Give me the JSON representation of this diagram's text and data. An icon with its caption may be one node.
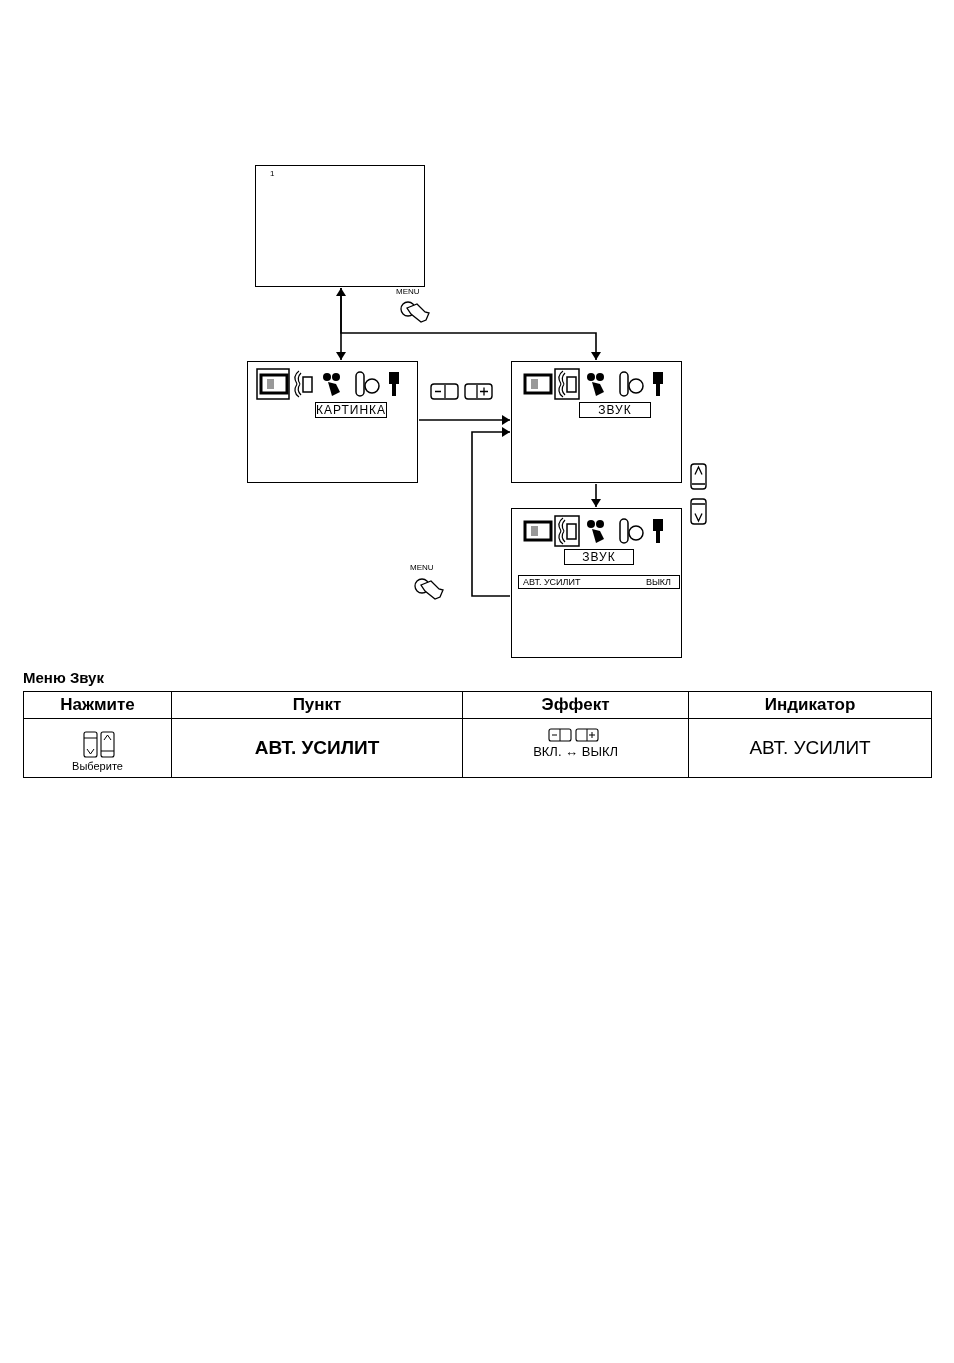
{
  "diagram": {
    "nodes": [
      {
        "text": [
          "1"
        ]
      },
      {
        "text": [
          "КАРТИНКА"
        ]
      },
      {
        "text": [
          "ЗВУК"
        ]
      },
      {
        "text": [
          "ЗВУК",
          "АВТ. УСИЛИТ",
          "ВЫКЛ"
        ]
      }
    ],
    "edges": [
      {
        "from": 0,
        "to": 1,
        "arrow": "both"
      },
      {
        "from": 0,
        "to": 2,
        "arrow": "to"
      },
      {
        "from": 1,
        "to": 2,
        "arrow": "to"
      },
      {
        "from": 2,
        "to": 3,
        "arrow": "to"
      },
      {
        "from": 3,
        "to": 2,
        "arrow": "to"
      }
    ],
    "labels": [
      "MENU",
      "MENU",
      "Меню Звук",
      "Нажмите",
      "Пункт",
      "Эффект",
      "Индикатор",
      "Выберите",
      "АВТ. УСИЛИТ",
      "ВКЛ. ↔ ВЫКЛ",
      "АВТ. УСИЛИТ"
    ]
  }
}
